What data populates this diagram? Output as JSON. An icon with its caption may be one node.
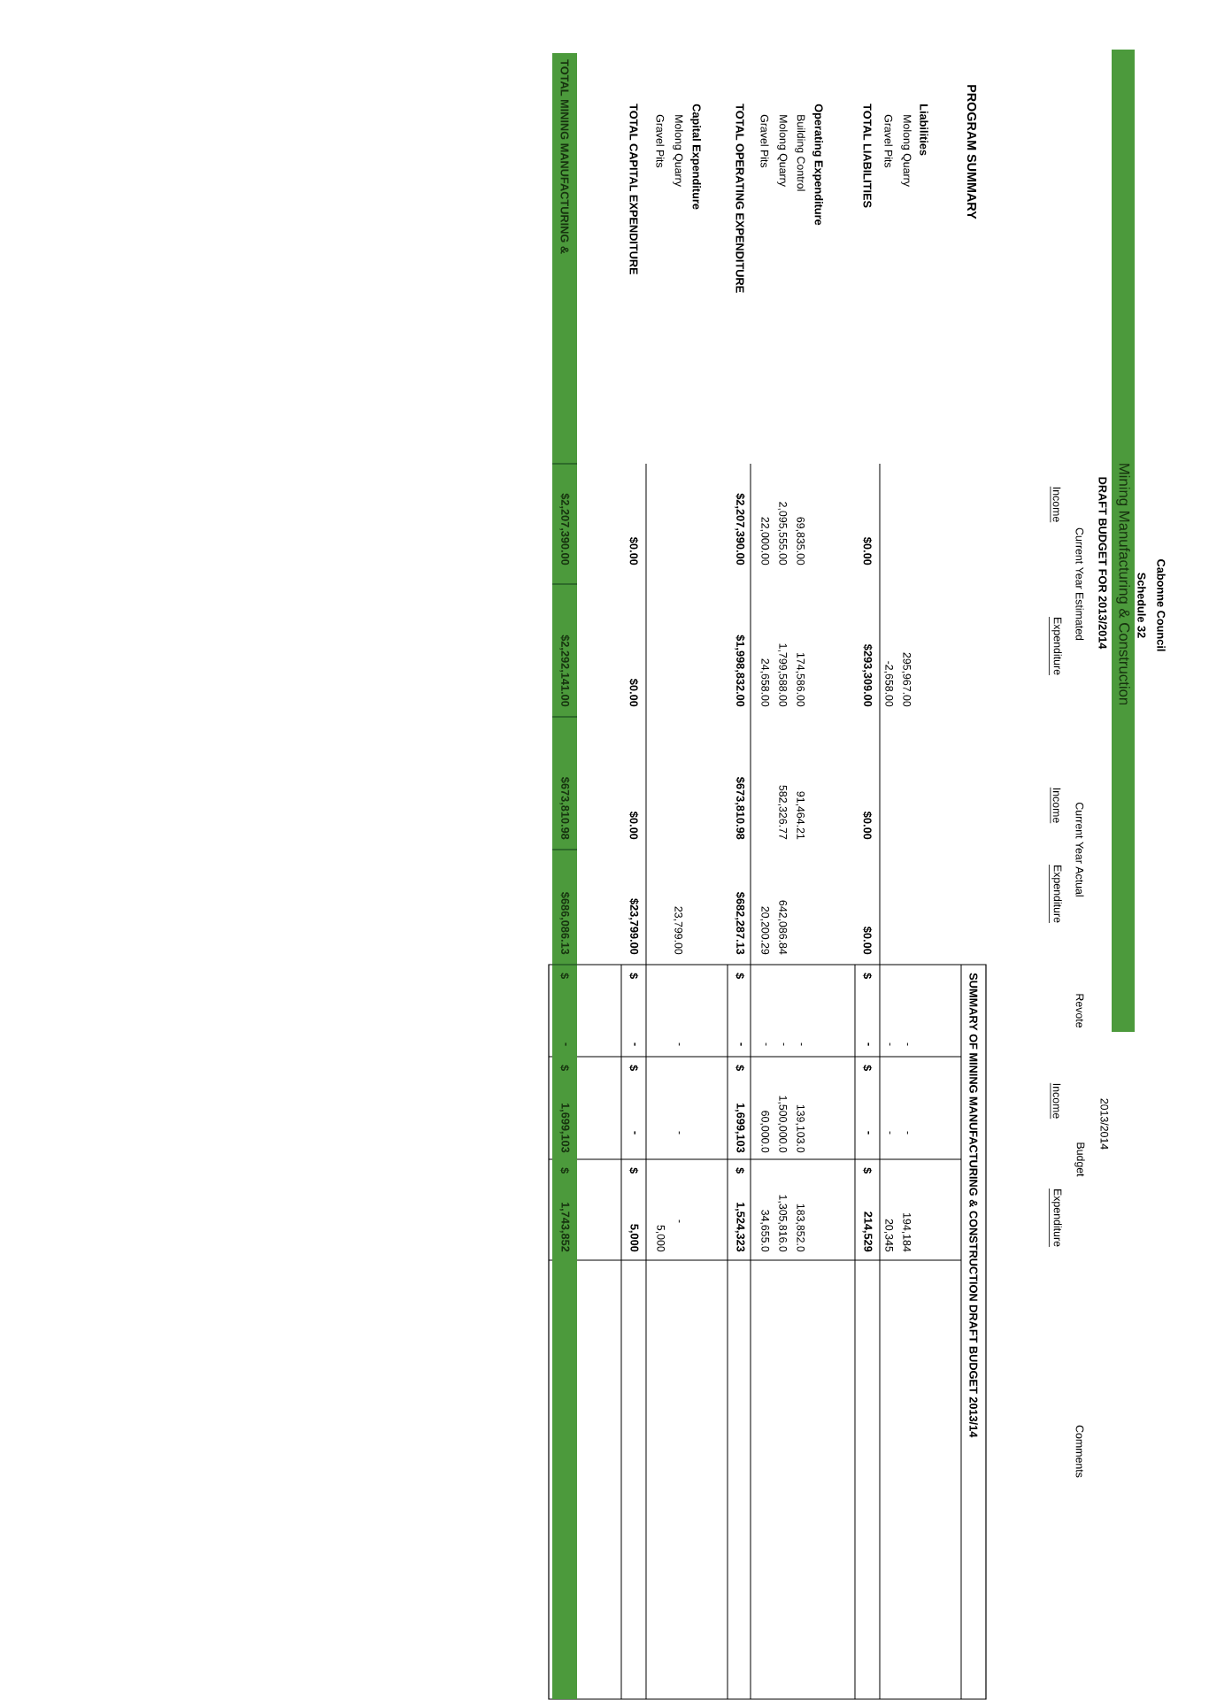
{
  "diagram": {
    "title": "Mining Manufacturing & Construction",
    "labels": [
      "Cabonne Council",
      "Schedule 32",
      "DRAFT BUDGET FOR 2013/2014",
      "2013/2014",
      "Current Year Estimated",
      "Current Year Actual",
      "Revote",
      "Budget",
      "Comments",
      "Income",
      "Expenditure",
      "Income",
      "Expenditure",
      "Income",
      "Expenditure",
      "PROGRAM SUMMARY",
      "SUMMARY OF MINING MANUFACTURING & CONSTRUCTION DRAFT BUDGET 2013/14",
      "Liabilities",
      "Molong Quarry",
      "295,967.00",
      "-",
      "-",
      "194,184",
      "Gravel Pits",
      "-2,658.00",
      "-",
      "-",
      "20,345",
      "TOTAL LIABILITIES",
      "$0.00",
      "$293,309.00",
      "$0.00",
      "$0.00",
      "$",
      "-",
      "$",
      "-",
      "$",
      "214,529",
      "Operating Expenditure",
      "Building Control",
      "69,835.00",
      "174,586.00",
      "91,464.21",
      "-",
      "139,103.0",
      "183,852.0",
      "Molong Quarry",
      "2,095,555.00",
      "1,799,588.00",
      "582,326.77",
      "642,086.84",
      "-",
      "1,500,000.0",
      "1,305,816.0",
      "Gravel Pits",
      "22,000.00",
      "24,658.00",
      "20,200.29",
      "-",
      "60,000.0",
      "34,655.0",
      "TOTAL OPERATING EXPENDITURE",
      "$2,207,390.00",
      "$1,998,832.00",
      "$673,810.98",
      "$682,287.13",
      "$",
      "-",
      "$",
      "1,699,103",
      "$",
      "1,524,323",
      "Capital Expenditure",
      "Molong Quarry",
      "23,799.00",
      "-",
      "-",
      "-",
      "Gravel Pits",
      "5,000",
      "TOTAL CAPITAL EXPENDITURE",
      "$0.00",
      "$0.00",
      "$0.00",
      "$23,799.00",
      "$",
      "-",
      "$",
      "-",
      "$",
      "5,000",
      "TOTAL MINING MANUFACTURING &",
      "$2,207,390.00",
      "$2,292,141.00",
      "$673,810.98",
      "$686,086.13",
      "$",
      "-",
      "$",
      "1,699,103",
      "$",
      "1,743,852"
    ]
  }
}
